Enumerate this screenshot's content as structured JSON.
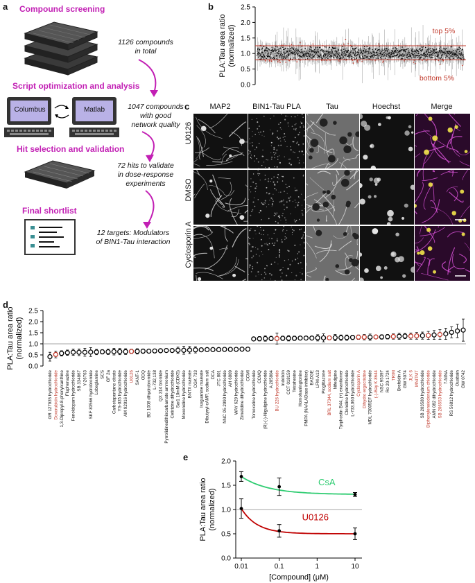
{
  "panel_a": {
    "letter": "a",
    "steps": [
      {
        "title": "Compound screening",
        "note": [
          "1126 compounds",
          "in total"
        ]
      },
      {
        "title": "Script optimization and analysis",
        "note": [
          "1047 compounds",
          "with good",
          "network quality"
        ]
      },
      {
        "title": "Hit selection and validation",
        "note": [
          "72 hits to validate",
          "in dose-response",
          "experiments"
        ]
      },
      {
        "title": "Final shortlist",
        "note": [
          "12 targets: Modulators",
          "of BIN1-Tau interaction"
        ]
      }
    ],
    "software": [
      "Columbus",
      "Matlab"
    ]
  },
  "panel_b": {
    "letter": "b"
  },
  "panel_c": {
    "letter": "c",
    "columns": [
      "MAP2",
      "BIN1-Tau PLA",
      "Tau",
      "Hoechst",
      "Merge"
    ],
    "rows": [
      "U0126",
      "DMSO",
      "Cyclosporin A"
    ]
  },
  "panel_d": {
    "letter": "d"
  },
  "panel_e": {
    "letter": "e"
  },
  "colors": {
    "magenta": "#c21fb4",
    "red": "#c0392b",
    "green": "#2ecc71",
    "darkred": "#c00000"
  },
  "chart_data": [
    {
      "id": "b",
      "type": "scatter",
      "ylabel": "PLA:Tau area ratio\n(normalized)",
      "ylim": [
        0,
        2.5
      ],
      "yticks": [
        0,
        0.5,
        1.0,
        1.5,
        2.0,
        2.5
      ],
      "n_points": 1047,
      "reference_lines": [
        {
          "y": 0.8,
          "label": "bottom 5%"
        },
        {
          "y": 1.25,
          "label": "top 5%"
        }
      ],
      "annotations": [
        "top 5%",
        "bottom 5%"
      ]
    },
    {
      "id": "d",
      "type": "scatter",
      "ylabel": "PLA:Tau area ratio\n(normalized)",
      "ylim": [
        0,
        2.5
      ],
      "yticks": [
        0,
        0.5,
        1.0,
        1.5,
        2.0,
        2.5
      ],
      "reference_line": 1.0,
      "categories": [
        "GR 127935 hydrochloride",
        "Doxorubicin hydrochloride",
        "1,3-Dipropyl-8-phenylxanthine",
        "Fluphenazine",
        "Fenoldopam hydrochloride",
        "SB 334867",
        "Y-26763",
        "SKF 83566 hydrobromide",
        "Lobeglamine",
        "SCS",
        "GF 2a",
        "Carbetapentane citrate",
        "YS-035 hydrochloride",
        "AM 92016 hydrochloride",
        "U0126",
        "SANT-1",
        "ODQ",
        "BD 1008 dihydrobromide",
        "L-732,138",
        "QX 314 bromide",
        "Pyrrolidinedithiocarbamate ammonium",
        "Cetirizine dihydrochloride",
        "Sar1 10mM (CDK5)",
        "Moxonidine hydrochloride",
        "BNTX maleate",
        "CGK 733",
        "Isoguanine maleate",
        "Dibutyryl-cAMP, sodium salt",
        "DCA",
        "JTC 801",
        "NNC 05-2090 hydrochloride",
        "AH 6809",
        "WAY 629 hydrochloride",
        "Zimelidine dihydrochloride",
        "CCMI",
        "Tomoxetine hydrochloride",
        "CCMQ",
        "(R)-(-)-Nigulipine hydrochloride",
        "A 205804",
        "BU 226 hydrochloride",
        "Indolicin",
        "CCT 018159",
        "Tetrahexine",
        "Homoharringtonine",
        "PMPA (NAALADase inhibitor)",
        "BADGE",
        "LFM-A13",
        "Pioglitazone",
        "BRL 37344, sodium salt",
        "Nifedipine",
        "Tyrphostin B44, (+) enantiomer",
        "Clonidine hydrochloride",
        "L-733,060 hydrochloride",
        "Cyclosporin A",
        "Dihydro ergocristine",
        "MDL 73005EF hydrochloride",
        "(-)-Bay K 8644",
        "NSC 95397",
        "Ro 20-1724",
        "TRIM",
        "Brefeldin A",
        "GW 5074",
        "JLK 6",
        "MNITMT",
        "SB 203580 hydrochloride",
        "Diphenyleneiodonium chloride",
        "AMN 082 dihydrochloride",
        "SB 206553 hydrochloride",
        "7-NINA",
        "RS 56812 hydrochloride",
        "Ouabain",
        "GW 0742"
      ],
      "red_labels": [
        "Doxorubicin hydrochloride",
        "U0126",
        "BU 226 hydrochloride",
        "BRL 37344, sodium salt",
        "Cyclosporin A",
        "Dihydro ergocristine",
        "(-)-Bay K 8644",
        "TRIM",
        "JLK 6",
        "MNITMT",
        "Diphenyleneiodonium chloride",
        "SB 206553 hydrochloride"
      ],
      "values": [
        0.42,
        0.52,
        0.57,
        0.6,
        0.62,
        0.62,
        0.62,
        0.63,
        0.63,
        0.64,
        0.64,
        0.65,
        0.65,
        0.65,
        0.66,
        0.66,
        0.67,
        0.67,
        0.68,
        0.69,
        0.7,
        0.7,
        0.71,
        0.71,
        0.72,
        0.73,
        0.73,
        0.74,
        0.74,
        0.74,
        0.75,
        0.75,
        0.75,
        0.76,
        0.76,
        1.22,
        1.23,
        1.24,
        1.24,
        1.24,
        1.25,
        1.25,
        1.25,
        1.26,
        1.26,
        1.26,
        1.27,
        1.27,
        1.27,
        1.28,
        1.28,
        1.28,
        1.29,
        1.3,
        1.3,
        1.3,
        1.31,
        1.31,
        1.32,
        1.33,
        1.34,
        1.35,
        1.35,
        1.36,
        1.37,
        1.38,
        1.4,
        1.42,
        1.45,
        1.52,
        1.58,
        1.62
      ],
      "errors": [
        0.2,
        0.15,
        0.12,
        0.12,
        0.14,
        0.15,
        0.18,
        0.2,
        0.12,
        0.1,
        0.12,
        0.15,
        0.14,
        0.13,
        0.1,
        0.12,
        0.1,
        0.08,
        0.08,
        0.07,
        0.07,
        0.07,
        0.14,
        0.18,
        0.16,
        0.14,
        0.06,
        0.06,
        0.06,
        0.06,
        0.06,
        0.06,
        0.06,
        0.06,
        0.06,
        0.08,
        0.1,
        0.12,
        0.1,
        0.25,
        0.1,
        0.12,
        0.1,
        0.08,
        0.08,
        0.07,
        0.14,
        0.18,
        0.06,
        0.14,
        0.12,
        0.12,
        0.1,
        0.1,
        0.12,
        0.14,
        0.08,
        0.1,
        0.1,
        0.12,
        0.14,
        0.12,
        0.14,
        0.15,
        0.16,
        0.18,
        0.2,
        0.22,
        0.25,
        0.25,
        0.3,
        0.5
      ]
    },
    {
      "id": "e",
      "type": "line",
      "xlabel": "[Compound] (μM)",
      "ylabel": "PLA:Tau area ratio\n(normalized)",
      "xscale": "log",
      "xticks": [
        "0.01",
        "0.1",
        "1",
        "10"
      ],
      "ylim": [
        0,
        2.0
      ],
      "yticks": [
        0,
        0.5,
        1.0,
        1.5,
        2.0
      ],
      "reference_line": 1.0,
      "series": [
        {
          "name": "CsA",
          "color": "#2ecc71",
          "x": [
            0.01,
            0.1,
            10
          ],
          "y": [
            1.68,
            1.47,
            1.31
          ],
          "err": [
            0.1,
            0.18,
            0.04
          ]
        },
        {
          "name": "U0126",
          "color": "#c00000",
          "x": [
            0.01,
            0.1,
            10
          ],
          "y": [
            1.02,
            0.56,
            0.5
          ],
          "err": [
            0.2,
            0.13,
            0.12
          ]
        }
      ]
    }
  ]
}
